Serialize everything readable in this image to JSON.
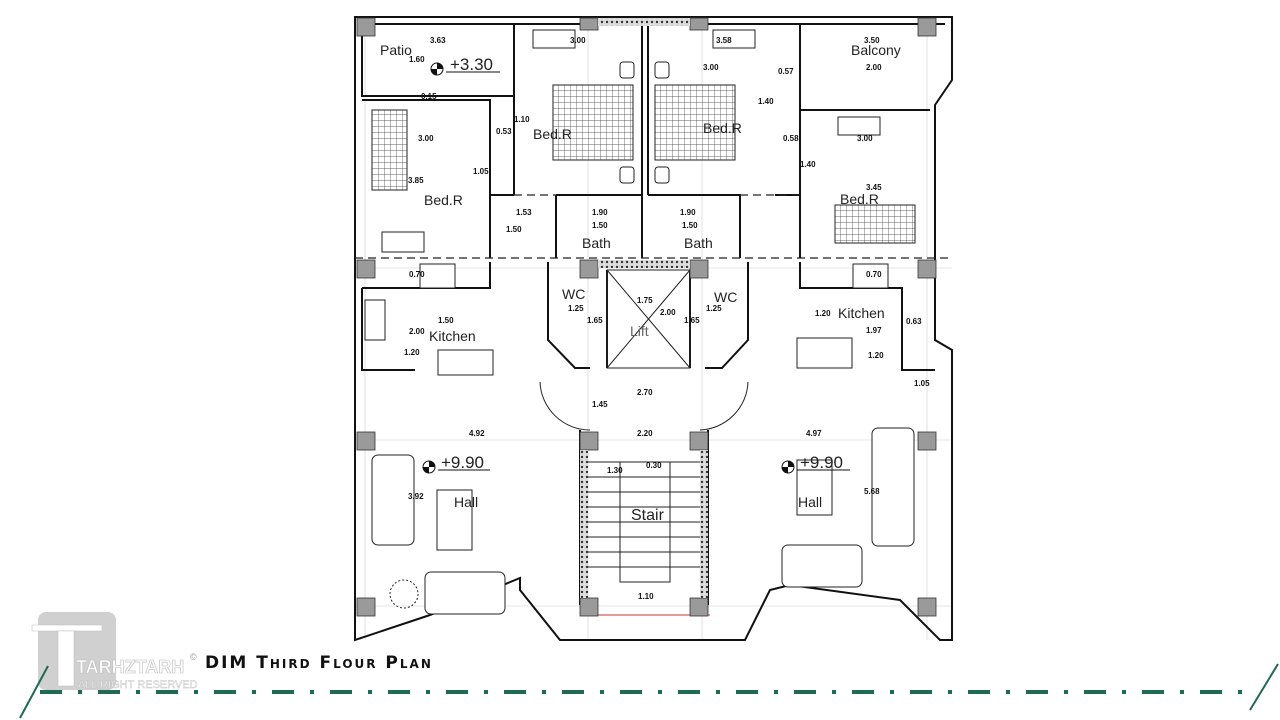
{
  "title": "DIM Third Flour Plan",
  "logo": {
    "brand": "TARHZTARH",
    "rights": "ALL RIGHT RESERVED",
    "mark": "©"
  },
  "colors": {
    "accent_green": "#1f6b4f",
    "wall": "#111111",
    "column": "#9a9a9a",
    "stair_edge": "#cc3333"
  },
  "rooms": {
    "patio": "Patio",
    "balcony": "Balcony",
    "bed_top_left": "Bed.R",
    "bed_top_right": "Bed.R",
    "bed_left": "Bed.R",
    "bed_right": "Bed.R",
    "bath_left": "Bath",
    "bath_right": "Bath",
    "wc_left": "WC",
    "wc_right": "WC",
    "lift": "Lift",
    "kitchen_left": "Kitchen",
    "kitchen_right": "Kitchen",
    "hall_left": "Hall",
    "hall_right": "Hall",
    "stair": "Stair"
  },
  "levels": {
    "patio": "+3.30",
    "hall_left": "+9.90",
    "hall_right": "+9.90"
  },
  "dimensions": [
    "3.63",
    "1.60",
    "3.00",
    "3.58",
    "3.00",
    "3.50",
    "2.00",
    "0.57",
    "1.40",
    "0.15",
    "1.10",
    "0.53",
    "3.00",
    "0.58",
    "3.00",
    "1.40",
    "1.05",
    "3.85",
    "3.45",
    "1.53",
    "1.90",
    "1.90",
    "1.50",
    "1.50",
    "1.50",
    "0.70",
    "0.70",
    "1.75",
    "1.25",
    "1.65",
    "2.00",
    "1.65",
    "1.25",
    "1.20",
    "1.50",
    "2.00",
    "1.97",
    "0.63",
    "1.20",
    "1.20",
    "1.05",
    "2.70",
    "1.45",
    "4.92",
    "2.20",
    "4.97",
    "1.30",
    "0.30",
    "3.92",
    "5.68",
    "1.10"
  ]
}
